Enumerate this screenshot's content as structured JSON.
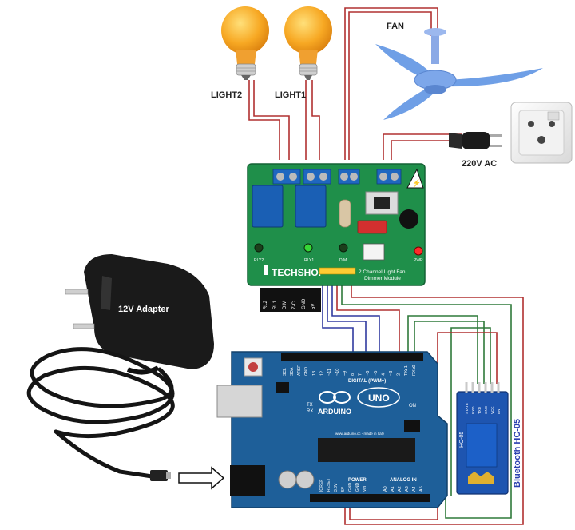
{
  "labels": {
    "light2": "LIGHT2",
    "light1": "LIGHT1",
    "fan": "FAN",
    "ac": "220V AC",
    "adapter": "12V Adapter",
    "bluetooth": "Bluetooth HC-05"
  },
  "module": {
    "brand": "TECHSHOP",
    "title_line1": "2 Channel Light Fan",
    "title_line2": "Dimmer Module",
    "led_labels": [
      "RLY2",
      "RLY1",
      "DIM",
      "PWR"
    ],
    "pin_labels": [
      "RL2",
      "RL1",
      "DIM",
      "Z-C",
      "GND",
      "5V"
    ]
  },
  "arduino": {
    "brand": "ARDUINO",
    "model": "UNO",
    "digital_header": "DIGITAL (PWM~)",
    "analog_header": "ANALOG IN",
    "power_header": "POWER",
    "tx": "TX",
    "rx": "RX",
    "on": "ON",
    "website": "www.arduino.cc - made in Italy",
    "digital_pins": [
      "13",
      "12",
      "~11",
      "~10",
      "~9",
      "8",
      "7",
      "~6",
      "~5",
      "4",
      "~3",
      "2",
      "TX▸1",
      "RX◂0"
    ],
    "top_left_pins": [
      "SCL",
      "SDA",
      "AREF",
      "GND"
    ],
    "power_pins": [
      "IOREF",
      "RESET",
      "3.3V",
      "5V",
      "GND",
      "GND",
      "Vin"
    ],
    "analog_pins": [
      "A0",
      "A1",
      "A2",
      "A3",
      "A4",
      "A5"
    ]
  },
  "hc05": {
    "pins": [
      "STATE",
      "RXD",
      "TXD",
      "GND",
      "VCC",
      "EN"
    ],
    "chip_label": "HC-05"
  },
  "colors": {
    "pcb_green": "#1f8f4a",
    "arduino_blue": "#1e5f99",
    "relay_blue": "#1a5fb4",
    "bulb": "#f7a823",
    "fan_blue": "#6f9fe6",
    "wire_red": "#b03030",
    "wire_green": "#2f7a3a",
    "wire_blue": "#303aa0",
    "label_text": "#222222",
    "bt_label": "#2a3fb0"
  }
}
